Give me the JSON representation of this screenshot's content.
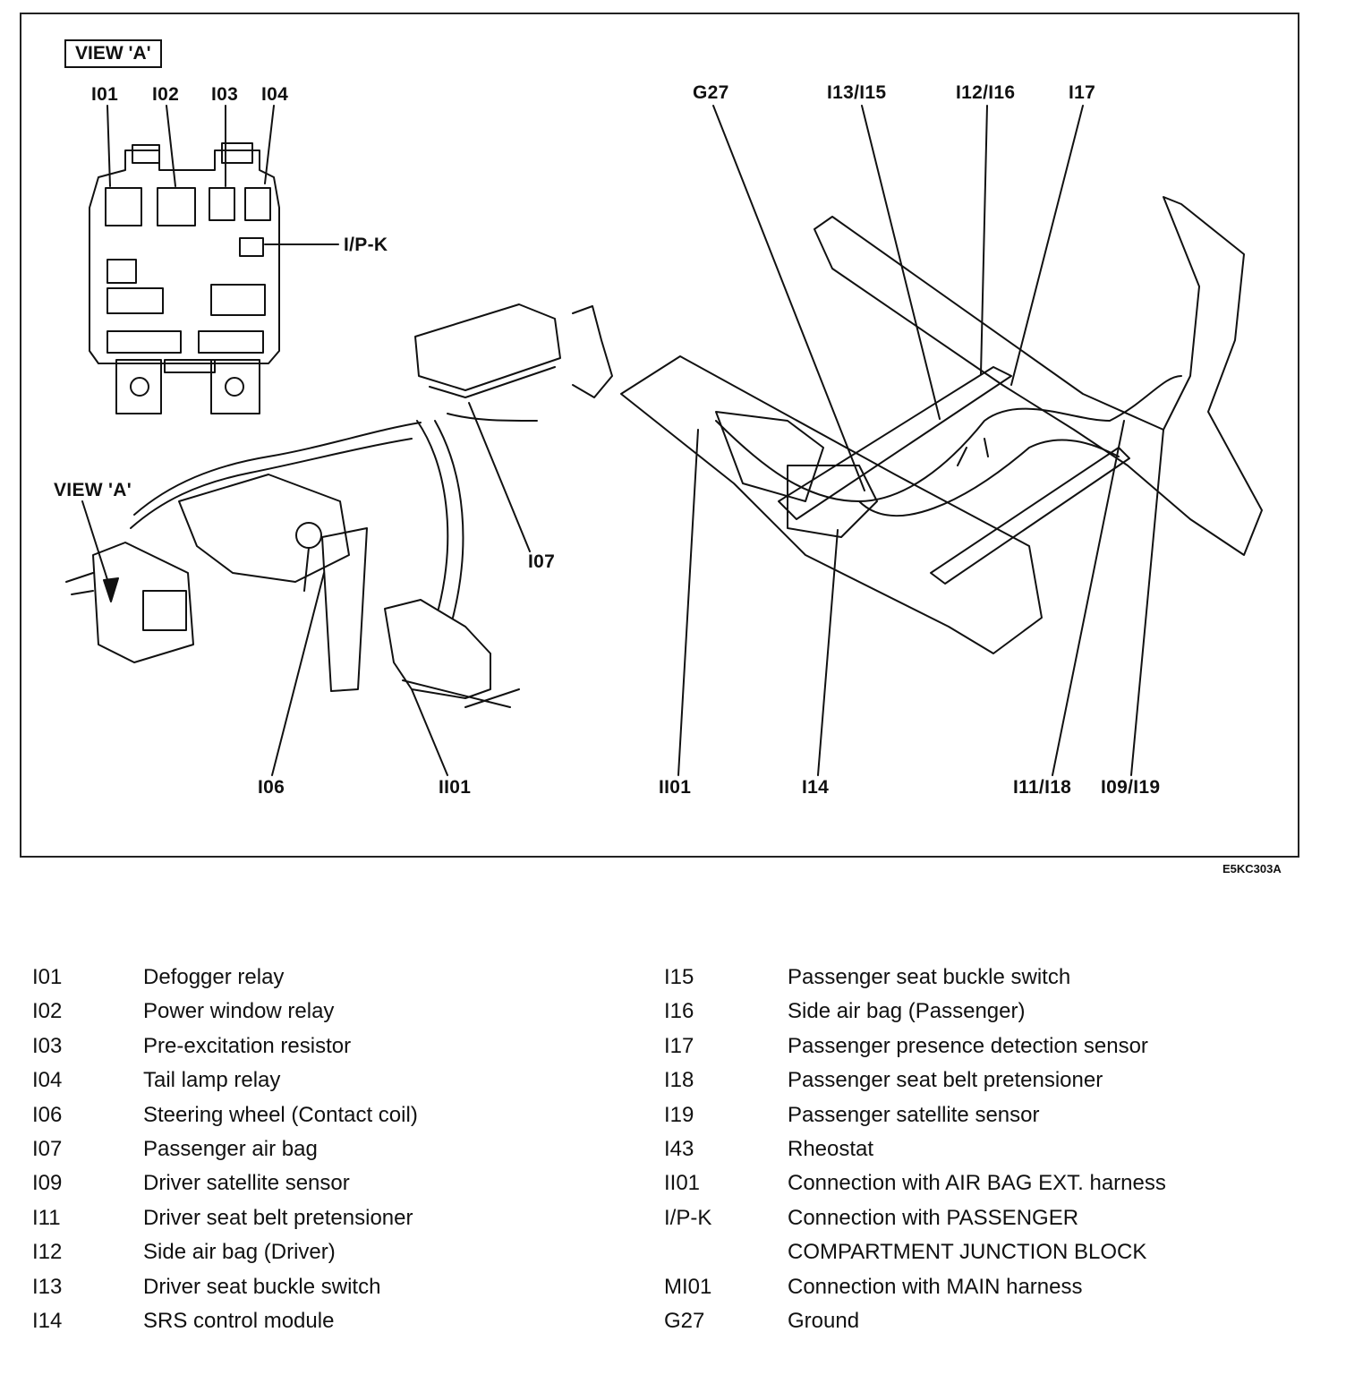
{
  "figure": {
    "view_box_label": "VIEW 'A'",
    "view_arrow_label": "VIEW 'A'",
    "figure_code": "E5KC303A",
    "junction_block_labels": [
      "I01",
      "I02",
      "I03",
      "I04"
    ],
    "ipk_label": "I/P-K",
    "callouts": {
      "i07": "I07",
      "i06": "I06",
      "ii01_left": "II01",
      "ii01_right": "II01",
      "i14": "I14",
      "i11_i18": "I11/I18",
      "i09_i19": "I09/I19",
      "g27": "G27",
      "i13_i15": "I13/I15",
      "i12_i16": "I12/I16",
      "i17": "I17"
    }
  },
  "legend": {
    "left": [
      {
        "code": "I01",
        "desc": "Defogger relay"
      },
      {
        "code": "I02",
        "desc": "Power window relay"
      },
      {
        "code": "I03",
        "desc": "Pre-excitation resistor"
      },
      {
        "code": "I04",
        "desc": "Tail lamp relay"
      },
      {
        "code": "I06",
        "desc": "Steering wheel (Contact coil)"
      },
      {
        "code": "I07",
        "desc": "Passenger air bag"
      },
      {
        "code": "I09",
        "desc": "Driver satellite sensor"
      },
      {
        "code": "I11",
        "desc": "Driver seat belt pretensioner"
      },
      {
        "code": "I12",
        "desc": "Side air bag (Driver)"
      },
      {
        "code": "I13",
        "desc": "Driver seat buckle switch"
      },
      {
        "code": "I14",
        "desc": "SRS control module"
      }
    ],
    "right": [
      {
        "code": "I15",
        "desc": "Passenger seat buckle switch"
      },
      {
        "code": "I16",
        "desc": "Side air bag (Passenger)"
      },
      {
        "code": "I17",
        "desc": "Passenger presence detection sensor"
      },
      {
        "code": "I18",
        "desc": "Passenger seat belt pretensioner"
      },
      {
        "code": "I19",
        "desc": "Passenger satellite sensor"
      },
      {
        "code": "I43",
        "desc": "Rheostat"
      },
      {
        "code": "II01",
        "desc": "Connection with AIR BAG EXT. harness"
      },
      {
        "code": "I/P-K",
        "desc": "Connection with PASSENGER"
      },
      {
        "code": "",
        "desc": "COMPARTMENT JUNCTION BLOCK"
      },
      {
        "code": "MI01",
        "desc": "Connection with MAIN harness"
      },
      {
        "code": "G27",
        "desc": "Ground"
      }
    ]
  }
}
